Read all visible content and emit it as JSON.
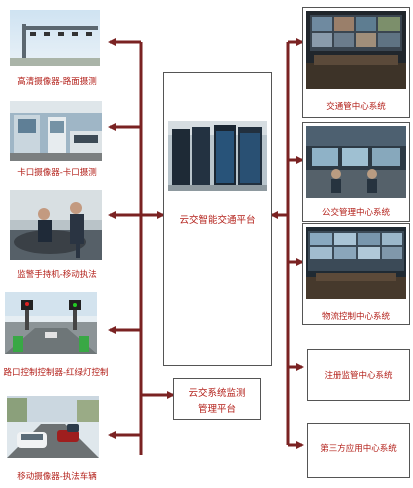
{
  "center": {
    "title": "云交智能交通平台",
    "monitor_title_line1": "云交系统监测",
    "monitor_title_line2": "管理平台"
  },
  "left_items": [
    {
      "label": "高清摄像器-路面摄测"
    },
    {
      "label": "卡口摄像器-卡口摄测"
    },
    {
      "label": "监警手持机-移动执法"
    },
    {
      "label": "路口控制控制器-红绿灯控制"
    },
    {
      "label": "移动摄像器-执法车辆"
    }
  ],
  "right_items": [
    {
      "label": "交通管中心系统"
    },
    {
      "label": "公交管理中心系统"
    },
    {
      "label": "物流控制中心系统"
    },
    {
      "label": "注册监管中心系统"
    },
    {
      "label": "第三方应用中心系统"
    }
  ],
  "colors": {
    "arrow": "#7a2222",
    "caption": "#b3201a",
    "border": "#555555"
  }
}
